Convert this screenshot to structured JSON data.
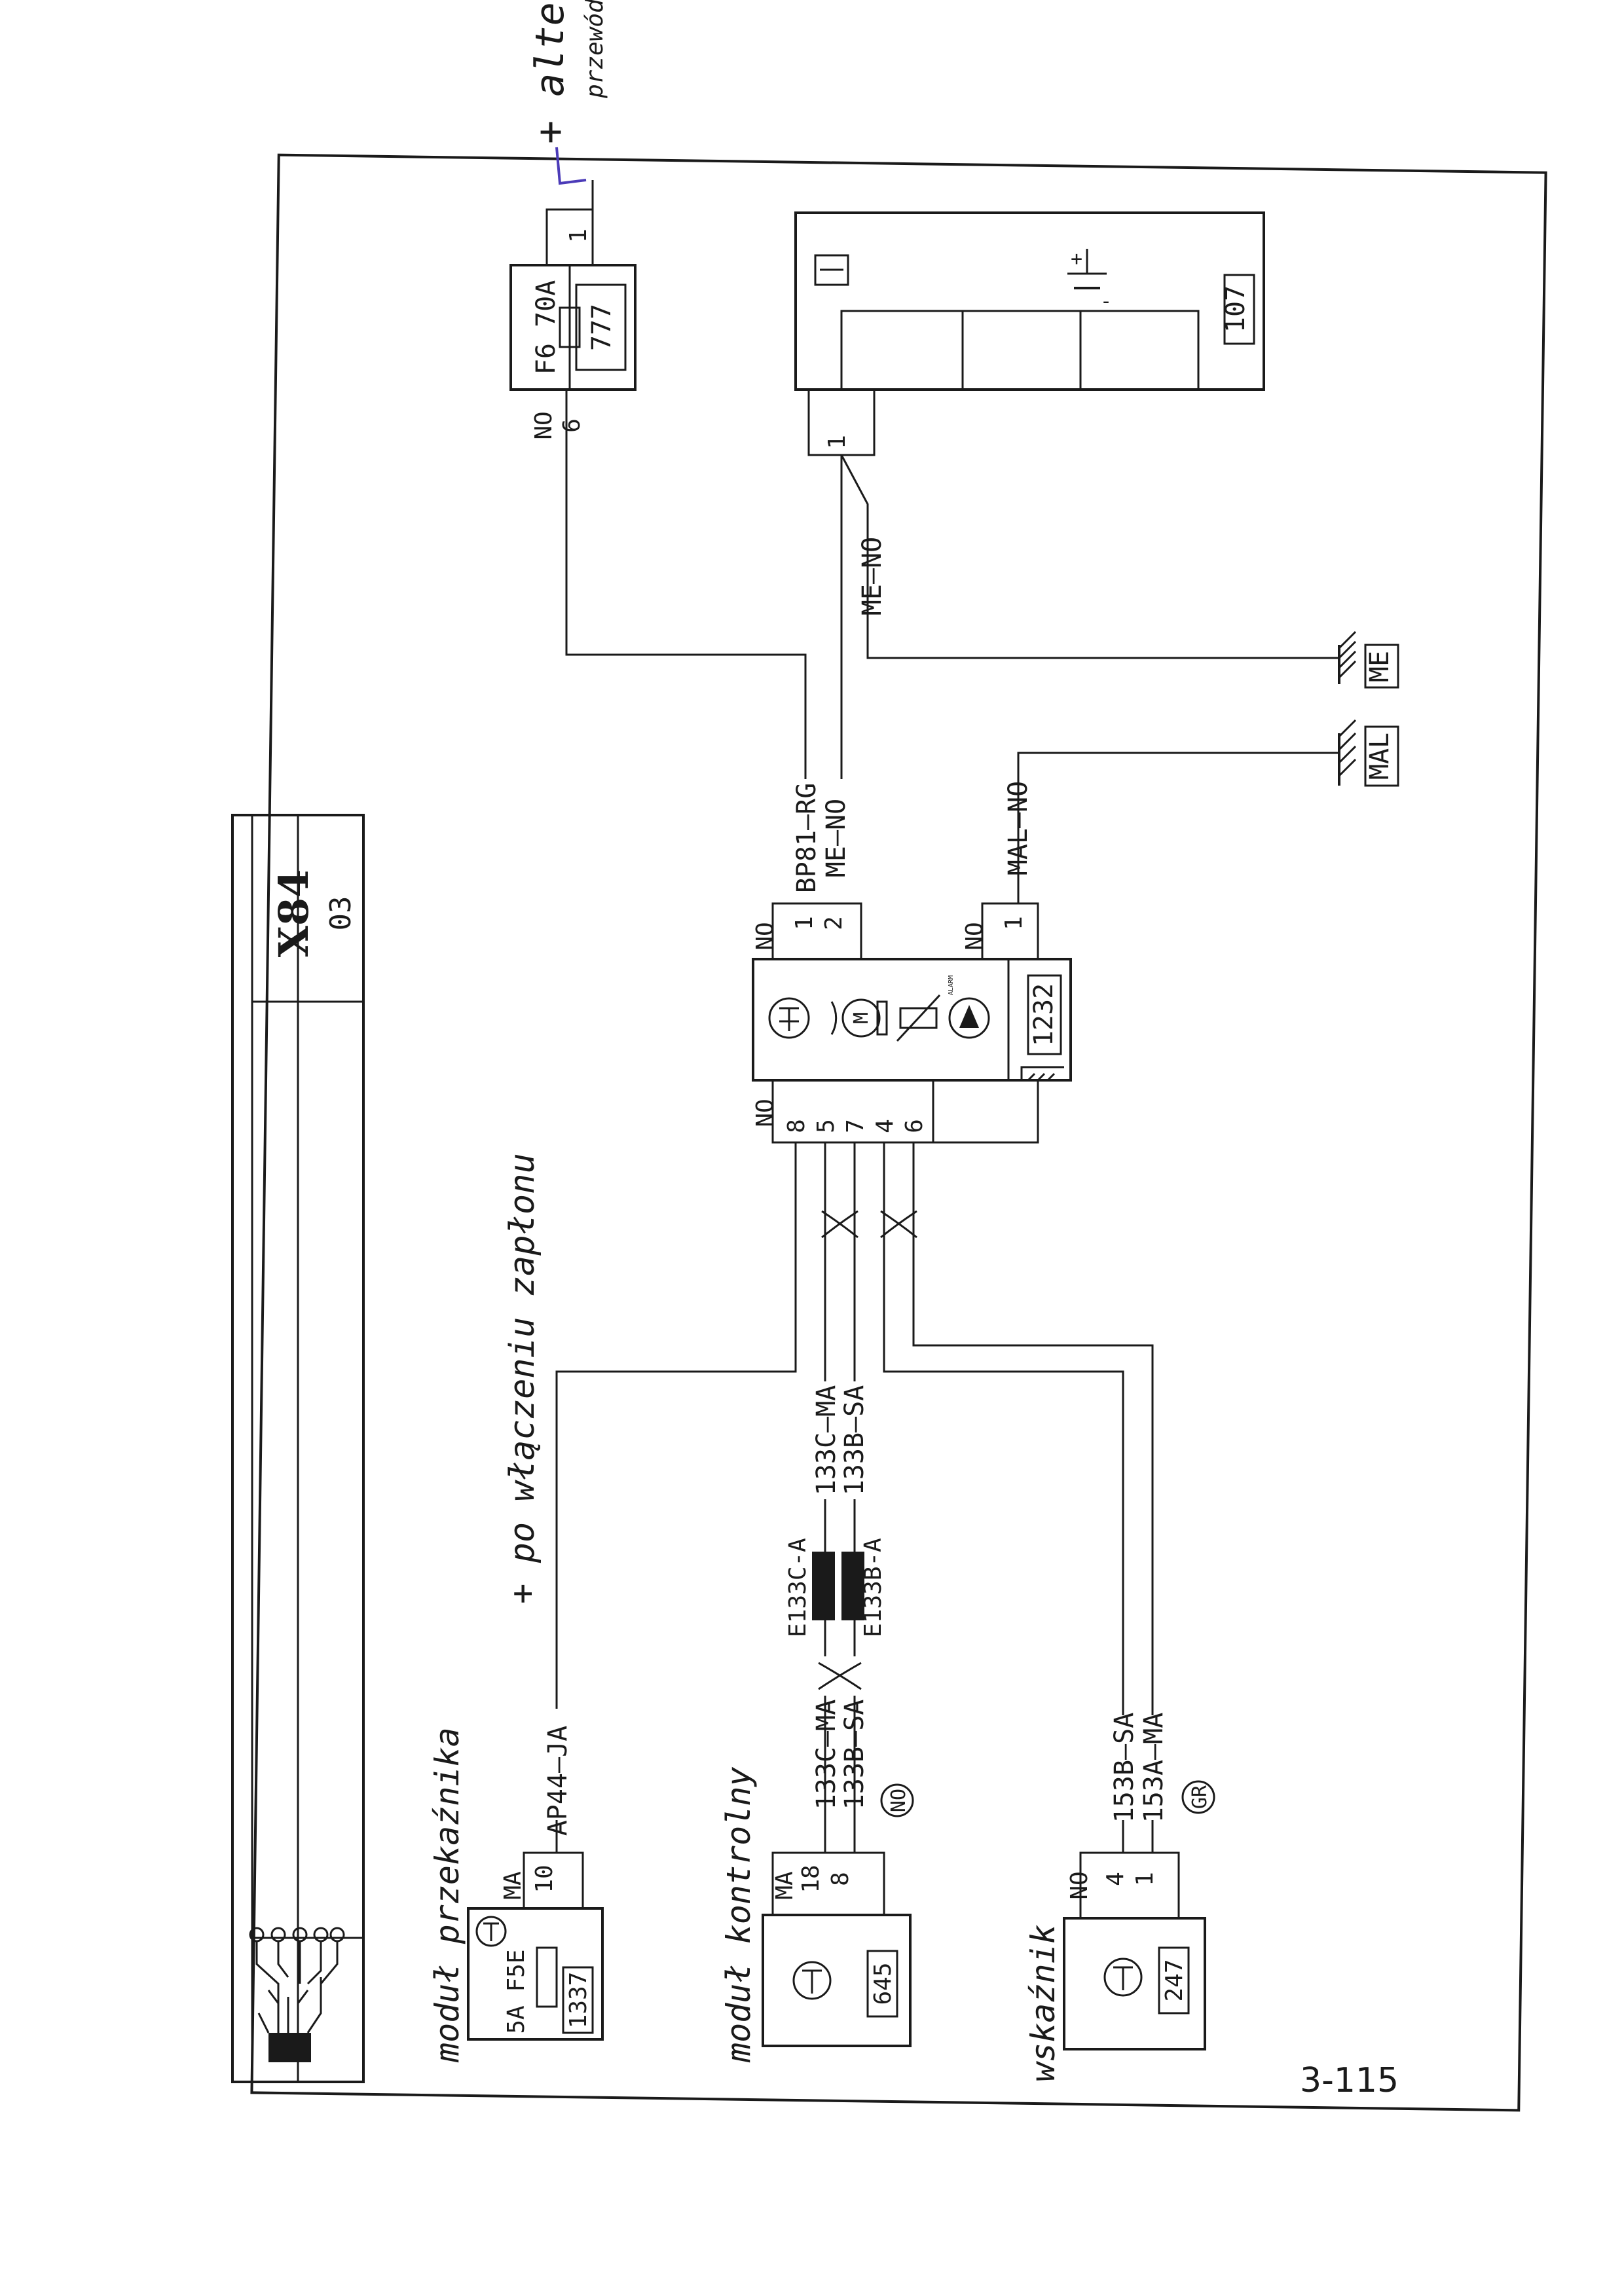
{
  "sheet": {
    "vehicle_code": "X84",
    "sheet_code": "03",
    "page_number": "3-115"
  },
  "components": {
    "fuse_777": {
      "id": "777",
      "fuse": "F6",
      "rating": "70A",
      "pin_in": "1",
      "pin_out": "6",
      "wire_color": "NO"
    },
    "battery_107": {
      "id": "107",
      "pin": "1",
      "plus": "+",
      "minus": "-"
    },
    "ground_me": {
      "label": "ME"
    },
    "ground_mal": {
      "label": "MAL"
    },
    "unit_1232": {
      "id": "1232",
      "top_pins": [
        "1",
        "2"
      ],
      "top_color": "NO",
      "right_pins": [
        "1"
      ],
      "right_color": "NO",
      "bottom_pins": [
        "8",
        "5",
        "7",
        "4",
        "6"
      ],
      "bottom_color": "NO",
      "motor_label": "M",
      "alarm_label": "ALARM"
    },
    "module_1337": {
      "id": "1337",
      "fuse": "F5E",
      "rating": "5A",
      "pin": "10",
      "wire_color": "MA"
    },
    "module_645": {
      "id": "645",
      "pins": [
        "18",
        "8"
      ],
      "wire_color": "MA",
      "connector": "NO"
    },
    "module_247": {
      "id": "247",
      "pins": [
        "4",
        "1"
      ],
      "wire_color": "NO",
      "connector": "GR"
    }
  },
  "wires": {
    "bp81": "BP81—RG",
    "me_no_top": "ME—NO",
    "me_no_ground": "ME—NO",
    "mal_no": "MAL—NO",
    "ap44": "AP44—JA",
    "w133c_ma_a": "133C—MA",
    "w133b_sa_a": "133B—SA",
    "w133c_ma_b": "133C—MA",
    "w133b_sa_b": "133B—SA",
    "w153b_sa": "153B—SA",
    "w153a_ma": "153A—MA",
    "splice_c": "E133C-A",
    "splice_b": "E133B-A"
  },
  "handwriting": {
    "top_right": "+ alternator",
    "top_right_2": "przewód",
    "middle": "+ po włączeniu zapłonu",
    "left_1": "moduł przekaźnika",
    "left_2": "moduł kontrolny",
    "left_3": "wskaźnik"
  },
  "colors": {
    "ink": "#1a1a1a",
    "pen": "#4b3bb8"
  }
}
